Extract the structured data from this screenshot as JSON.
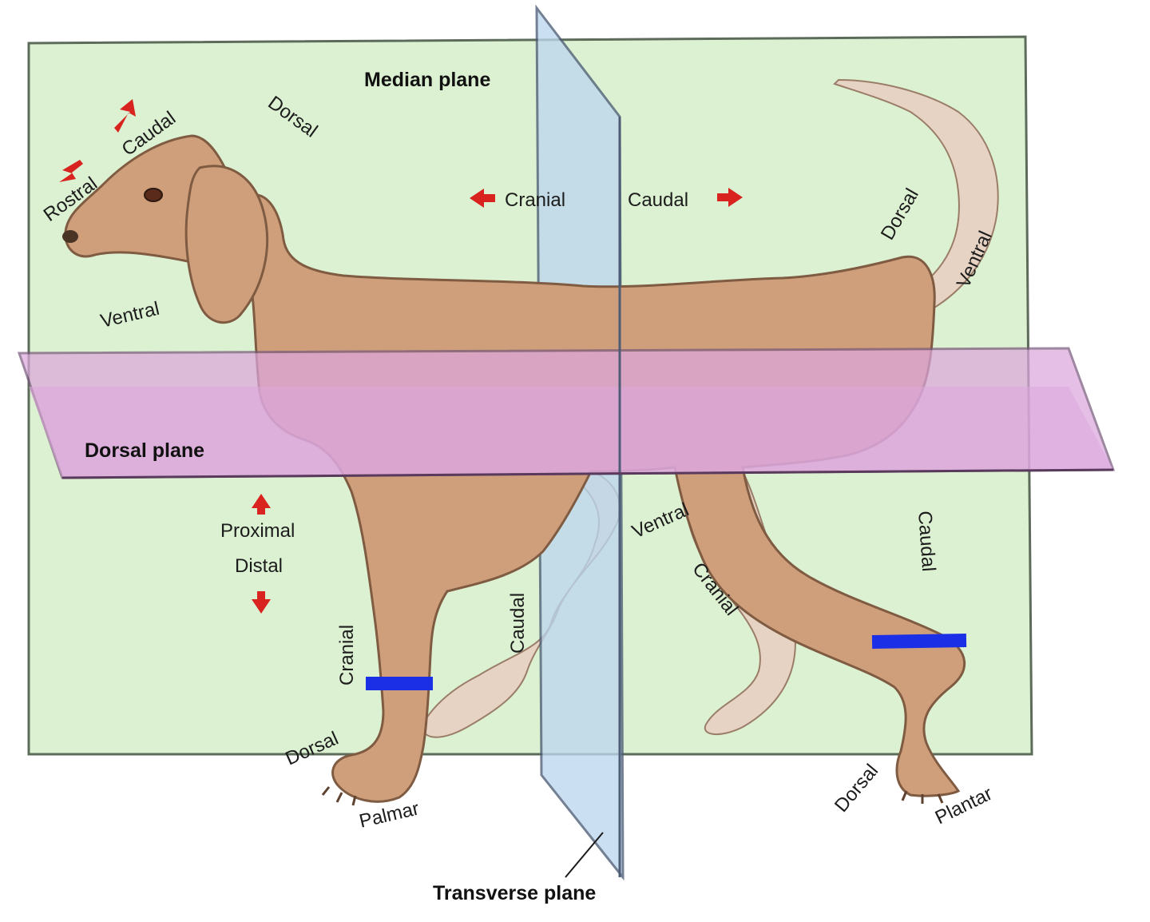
{
  "labels": {
    "median_plane": "Median plane",
    "dorsal_plane": "Dorsal plane",
    "transverse_plane": "Transverse plane",
    "head_rostral": "Rostral",
    "head_caudal": "Caudal",
    "head_dorsal": "Dorsal",
    "head_ventral": "Ventral",
    "body_cranial": "Cranial",
    "body_caudal": "Caudal",
    "tail_dorsal": "Dorsal",
    "tail_ventral": "Ventral",
    "limb_proximal": "Proximal",
    "limb_distal": "Distal",
    "forelimb_cranial": "Cranial",
    "forelimb_caudal": "Caudal",
    "forepaw_dorsal": "Dorsal",
    "forepaw_palmar": "Palmar",
    "hindlimb_ventral": "Ventral",
    "hindlimb_cranial": "Cranial",
    "hindlimb_caudal": "Caudal",
    "hindpaw_dorsal": "Dorsal",
    "hindpaw_plantar": "Plantar"
  },
  "colors": {
    "median_plane": "#dcf1d2",
    "dorsal_plane": "#dca7dd",
    "transverse_plane": "#bcd7ee",
    "dog_body": "#cf9f7c",
    "dog_far_limbs": "#e7d3c4",
    "arrow": "#d8231f",
    "marker": "#1b2fe6"
  },
  "icons": {
    "arrow": "red-direction-arrow",
    "marker": "blue-level-marker"
  }
}
